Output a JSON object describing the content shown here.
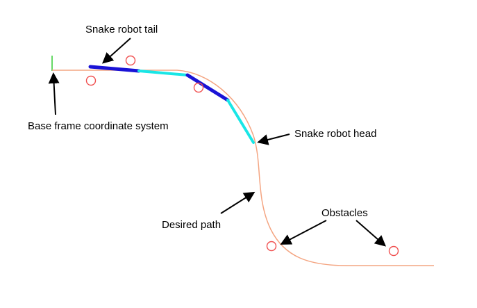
{
  "labels": {
    "tail": "Snake robot tail",
    "head": "Snake robot head",
    "base_frame": "Base frame coordinate system",
    "desired_path": "Desired path",
    "obstacles": "Obstacles"
  },
  "colors": {
    "path": "#f4a582",
    "link_dark": "#1a13d6",
    "link_light": "#19e6e6",
    "obstacle": "#f05050",
    "base_frame": "#33cc33",
    "arrow": "#000000",
    "text": "#000000"
  }
}
